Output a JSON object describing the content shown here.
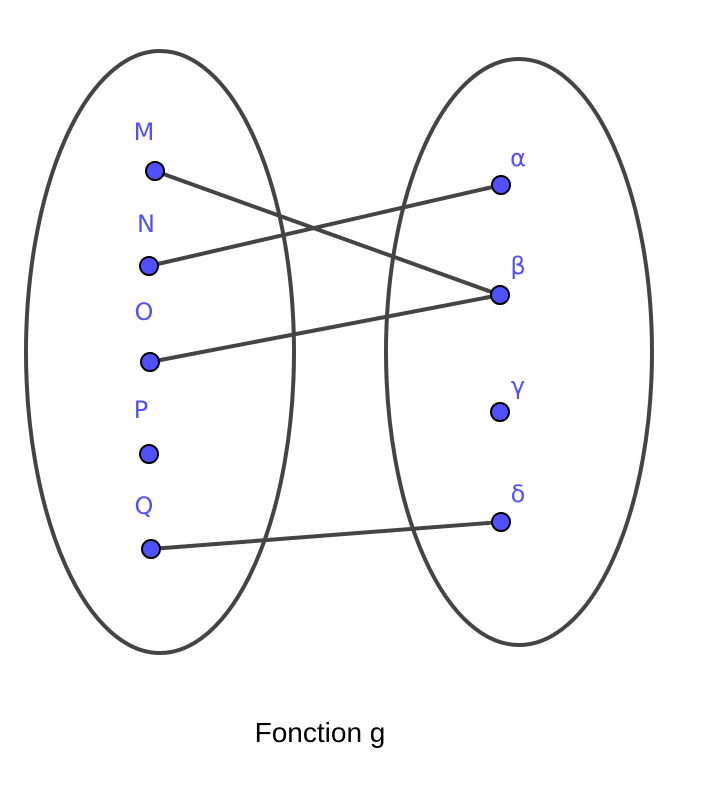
{
  "title": "Fonction g",
  "colors": {
    "point": "#5050ff",
    "line": "#444444",
    "label": "#5050ff"
  },
  "domain_set": [
    {
      "id": "M",
      "label": "M"
    },
    {
      "id": "N",
      "label": "N"
    },
    {
      "id": "O",
      "label": "O"
    },
    {
      "id": "P",
      "label": "P"
    },
    {
      "id": "Q",
      "label": "Q"
    }
  ],
  "codomain_set": [
    {
      "id": "alpha",
      "label": "α"
    },
    {
      "id": "beta",
      "label": "β"
    },
    {
      "id": "gamma",
      "label": "γ"
    },
    {
      "id": "delta",
      "label": "δ"
    }
  ],
  "mapping": [
    {
      "from": "M",
      "to": "beta"
    },
    {
      "from": "N",
      "to": "alpha"
    },
    {
      "from": "O",
      "to": "beta"
    },
    {
      "from": "Q",
      "to": "delta"
    }
  ]
}
